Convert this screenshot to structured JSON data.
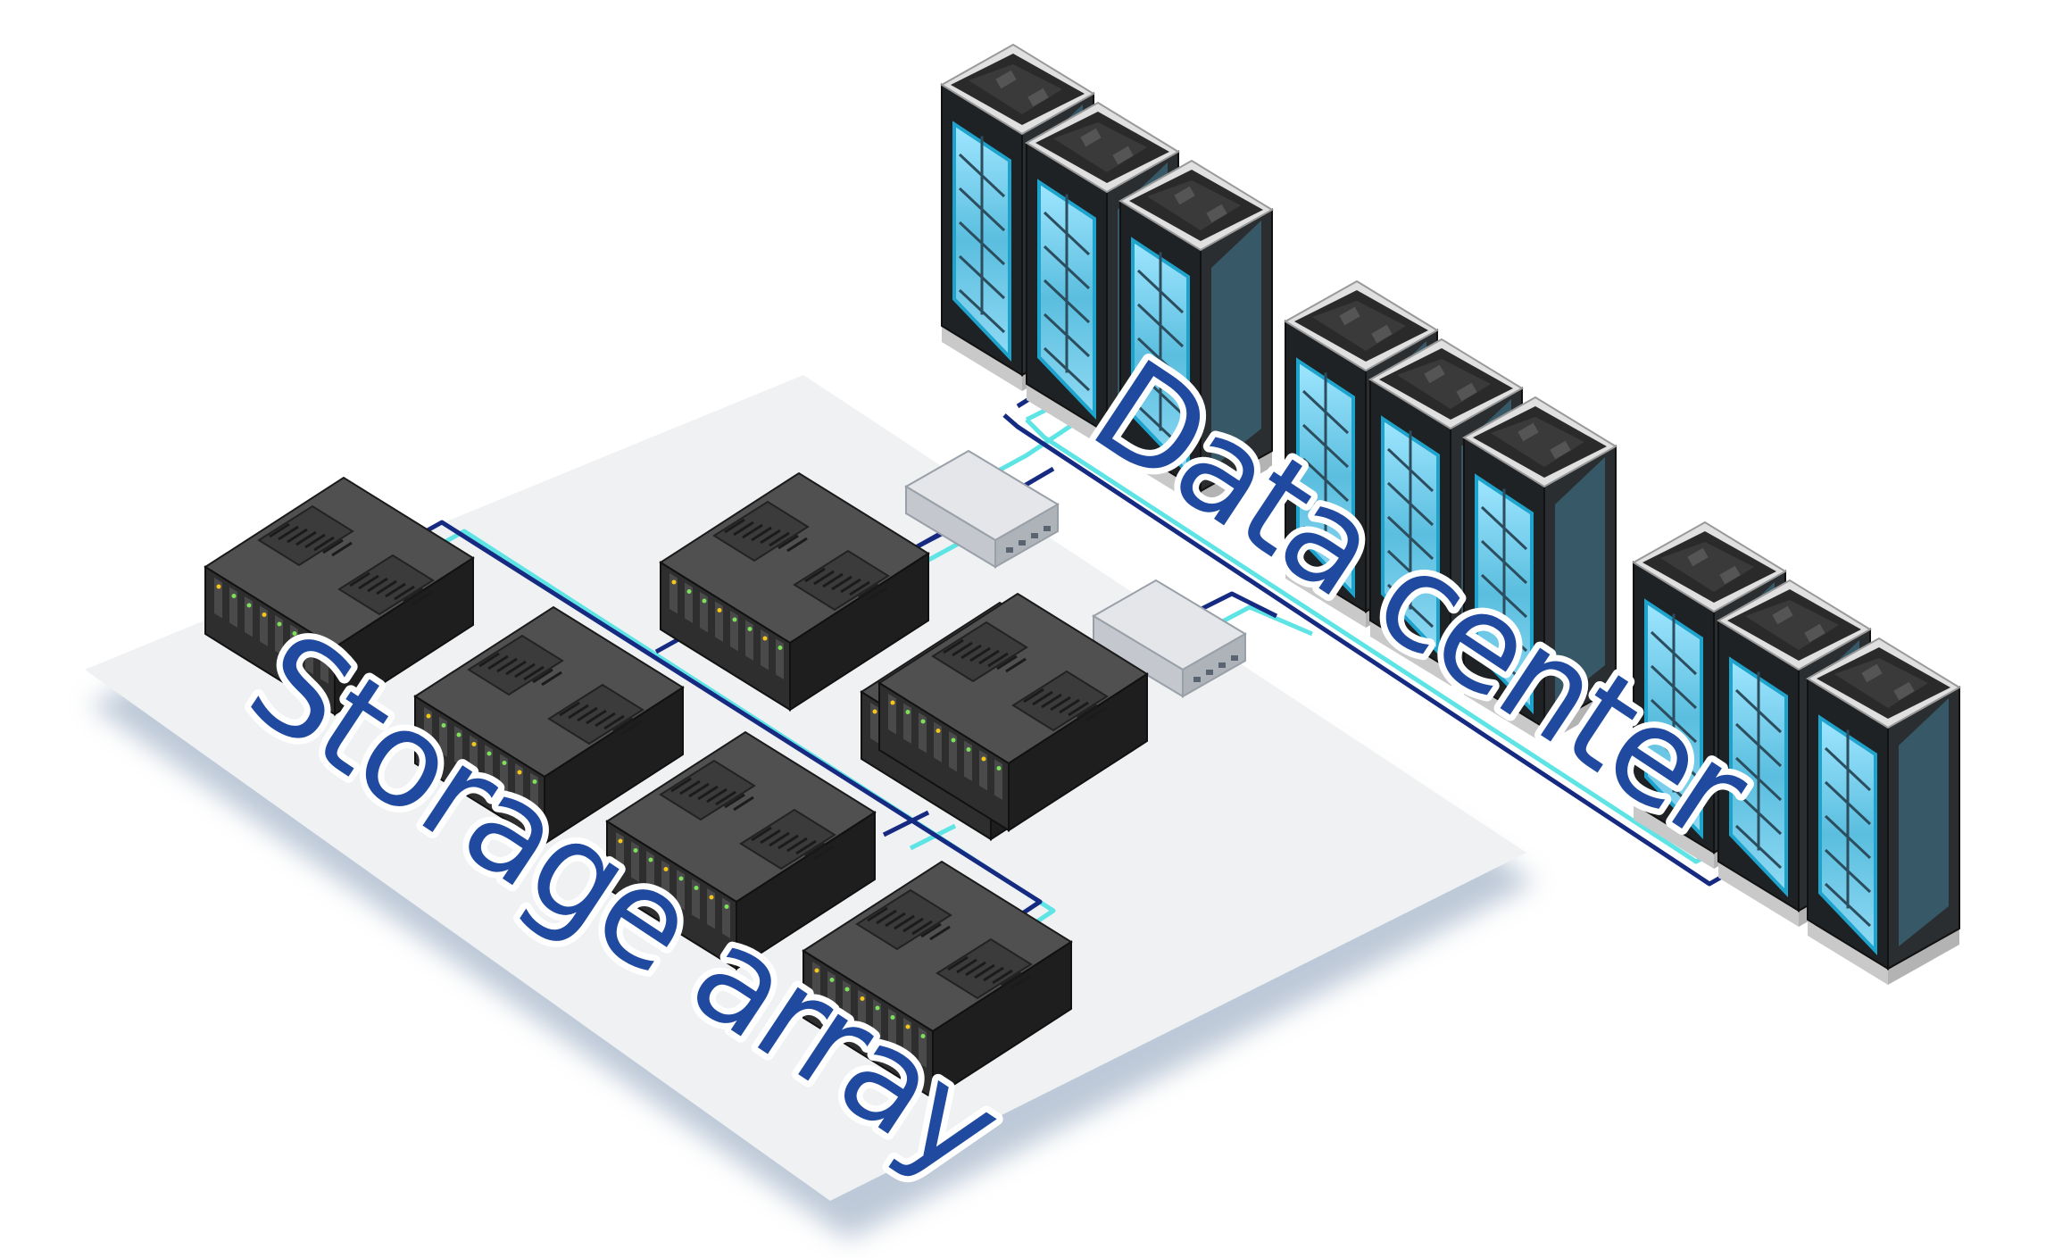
{
  "labels": {
    "storage": "Storage array",
    "datacenter": "Data center"
  },
  "colors": {
    "label": "#1f4aa0",
    "cable_dark": "#162a82",
    "cable_light": "#5ee4e4",
    "floor": "#f0f1f3",
    "floor_shadow": "#a7b7cb",
    "server_top": "#505050",
    "server_front": "#2e2e2e",
    "server_side": "#1e1e1e",
    "rack_cap": "#2a2a2a",
    "rack_body": "#1f2224",
    "rack_glass": "#1ea3cc",
    "rack_base": "#d6d6d6",
    "switch_top": "#e4e6ea",
    "switch_front": "#c4c8ce"
  },
  "diagram": {
    "storage_servers": 7,
    "network_switches": 2,
    "server_racks": 9
  }
}
